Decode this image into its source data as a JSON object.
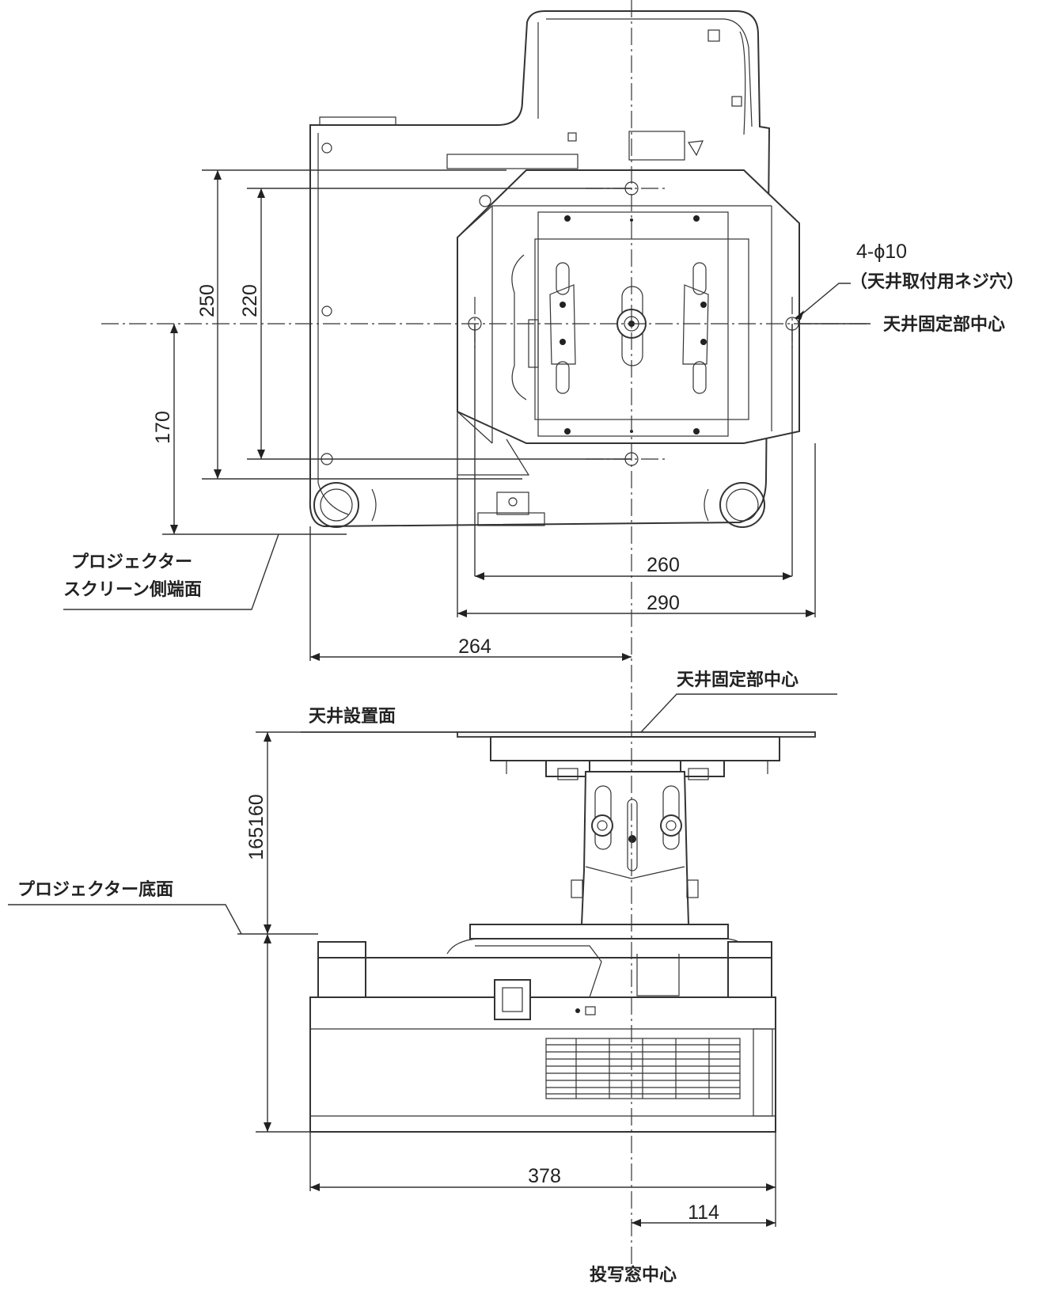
{
  "top_view": {
    "dimensions": {
      "d250": "250",
      "d220": "220",
      "d170": "170",
      "d260": "260",
      "d290": "290",
      "d264": "264"
    },
    "labels": {
      "hole_spec": "4-ϕ10",
      "hole_note": "（天井取付用ネジ穴）",
      "mount_center": "天井固定部中心",
      "screen_face_line1": "プロジェクター",
      "screen_face_line2": "スクリーン側端面"
    }
  },
  "front_view": {
    "dimensions": {
      "d165_160": "165160",
      "d378": "378",
      "d114": "114"
    },
    "labels": {
      "mount_center": "天井固定部中心",
      "ceiling_surface": "天井設置面",
      "projector_bottom": "プロジェクター底面",
      "lens_center": "投写窓中心"
    }
  }
}
